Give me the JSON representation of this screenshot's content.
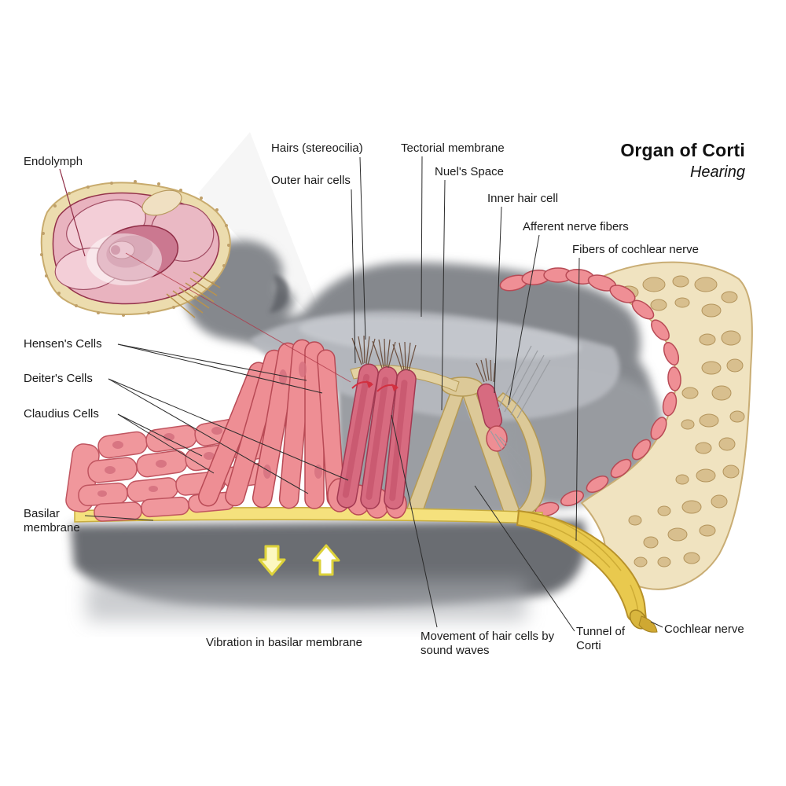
{
  "title": {
    "main": "Organ of Corti",
    "subtitle": "Hearing"
  },
  "labels": {
    "endolymph": "Endolymph",
    "hairs_stereocilia": "Hairs (stereocilia)",
    "outer_hair_cells": "Outer hair cells",
    "tectorial_membrane": "Tectorial membrane",
    "nuels_space": "Nuel's Space",
    "inner_hair_cell": "Inner hair cell",
    "afferent_nerve_fibers": "Afferent nerve fibers",
    "fibers_of_cochlear_nerve": "Fibers of cochlear nerve",
    "hensens_cells": "Hensen's Cells",
    "deiters_cells": "Deiter's Cells",
    "claudius_cells": "Claudius Cells",
    "basilar_membrane": "Basilar membrane",
    "vibration_in_basilar_membrane": "Vibration in basilar membrane",
    "movement_of_hair_cells": "Movement of hair cells by sound waves",
    "tunnel_of_corti": "Tunnel of Corti",
    "cochlear_nerve": "Cochlear nerve"
  },
  "colors": {
    "background": "#ffffff",
    "label_text": "#1a1a1a",
    "leader_line": "#2b2b2b",
    "cell_pink": "#ef9096",
    "cell_pink_outline": "#b84a55",
    "hair_cell_pink": "#d76b80",
    "membrane_yellow": "#f5e17d",
    "nerve_yellow": "#e9c94e",
    "bone_cream": "#f0e3c0",
    "gray_tissue": "#85888d",
    "tectorial_gray": "#b7bac0",
    "arrow_yellow": "#ddd23a",
    "motion_red": "#d23040",
    "inset_pink": "#cb7890",
    "endolymph_line_red": "#8f2c45"
  }
}
